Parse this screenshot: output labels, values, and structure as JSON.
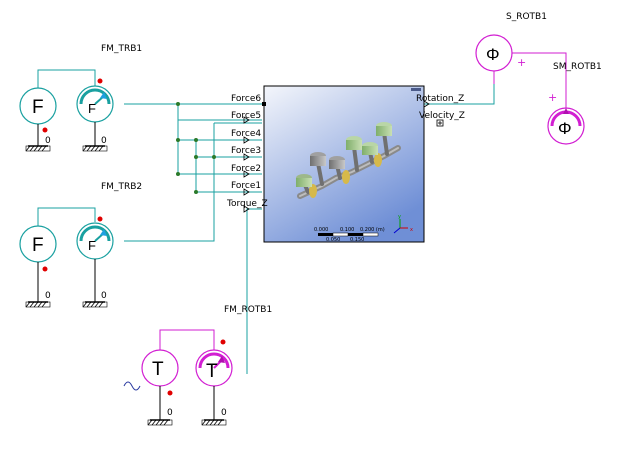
{
  "colors": {
    "wire": "#19a0a0",
    "rotational": "#d21ed2",
    "marker": "#e00000",
    "ground": "#000000",
    "junction": "#2a7a2a",
    "block_border": "#000000",
    "block_bg_top": "#f4f6fb",
    "block_bg_bottom": "#6f8fd6"
  },
  "labels": {
    "fm_trb1": "FM_TRB1",
    "fm_trb2": "FM_TRB2",
    "fm_rotb1": "FM_ROTB1",
    "s_rotb1": "S_ROTB1",
    "sm_rotb1": "SM_ROTB1"
  },
  "symbols": {
    "force": "F",
    "torque": "T",
    "phi": "Φ",
    "plus": "+",
    "ground_value": "0"
  },
  "block": {
    "inputs": [
      "Force6",
      "Force5",
      "Force4",
      "Force3",
      "Force2",
      "Force1",
      "Torque_Z"
    ],
    "outputs": [
      "Rotation_Z",
      "Velocity_Z"
    ],
    "scale_ticks": [
      "0.000",
      "0.100",
      "0.200 (m)",
      "0.050",
      "0.150"
    ],
    "axis_x": "x",
    "axis_y": "y"
  },
  "icons": {
    "source_signal": "sine-wave-icon",
    "ground": "ground-icon",
    "sensor": "gauge-icon"
  }
}
